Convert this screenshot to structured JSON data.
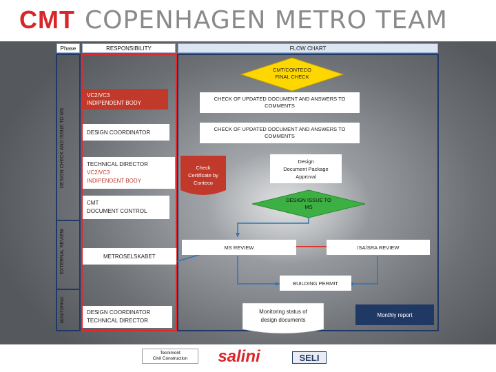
{
  "header": {
    "logo": "CMT",
    "title": "COPENHAGEN METRO TEAM"
  },
  "columns": {
    "phase": "Phase",
    "responsibility": "RESPONSIBILITY",
    "flow_chart": "FLOW CHART"
  },
  "phases": {
    "design": "DESIGN CHECK AND ISSUE TO MS",
    "external": "EXTERNAL REVIEW",
    "monitoring": "MONITORING"
  },
  "responsibility": {
    "vc_line1": "VC2/VC3",
    "vc_line2": "INDIPENDENT BODY",
    "design_coordinator": "DESIGN COORDINATOR",
    "technical_director": "TECHNICAL DIRECTOR",
    "td_line2": "VC2/VC3",
    "td_line3": "INDIPENDENT BODY",
    "cmt_line1": "CMT",
    "cmt_line2": "DOCUMENT CONTROL",
    "metroselskabet": "METROSELSKABET",
    "final_line1": "DESIGN COORDINATOR",
    "final_line2": "TECHNICAL DIRECTOR"
  },
  "flow": {
    "final_check_l1": "CMT/CONTECO",
    "final_check_l2": "FINAL CHECK",
    "check_updated_1": "CHECK OF UPDATED DOCUMENT AND ANSWERS TO COMMENTS",
    "check_updated_2": "CHECK OF UPDATED DOCUMENT AND ANSWERS TO COMMENTS",
    "check_cert_l1": "Check",
    "check_cert_l2": "Certificate by",
    "check_cert_l3": "Conteco",
    "package_l1": "Design",
    "package_l2": "Document Package",
    "package_l3": "Approval",
    "issue_l1": "DESIGN ISSUE TO",
    "issue_l2": "MS",
    "ms_review": "MS REVIEW",
    "isa_review": "ISA/SRA REVIEW",
    "building_permit": "BUILDING PERMIT",
    "monitoring_l1": "Monitoring status of",
    "monitoring_l2": "design documents",
    "monthly_report": "Monthly report"
  },
  "sponsors": {
    "technimont_l1": "Tecnimont",
    "technimont_l2": "Civil Construction",
    "salini": "salini",
    "seli": "SELI"
  },
  "colors": {
    "red": "#c0392b",
    "yellow": "#ffd700",
    "green": "#3cb043",
    "navy": "#1f3864",
    "blue_line": "#2e74b5"
  }
}
